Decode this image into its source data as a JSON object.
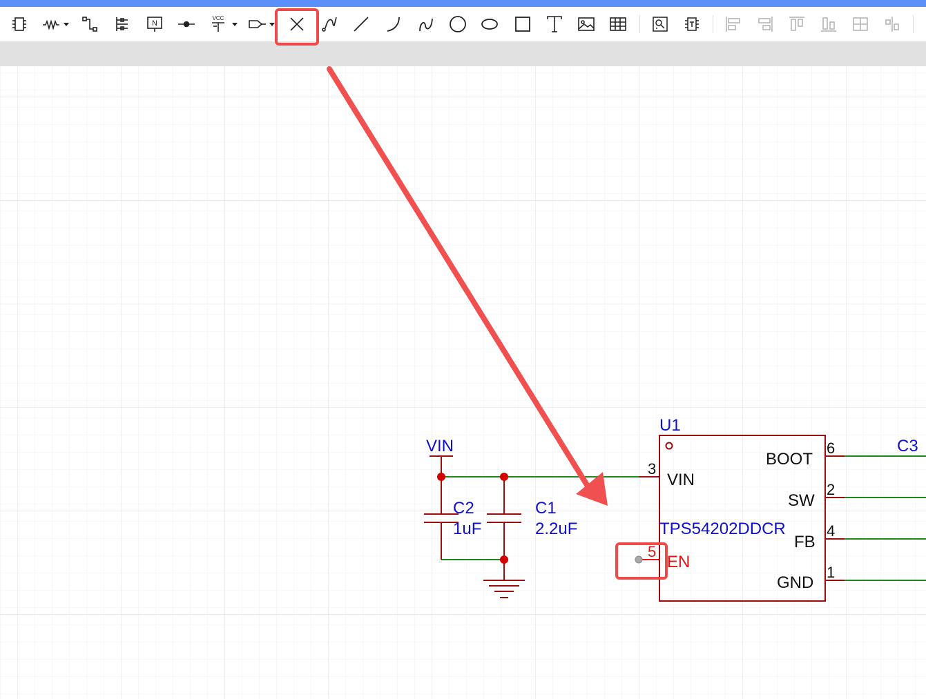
{
  "toolbar": {
    "tools": [
      {
        "name": "component",
        "icon": "chip-icon"
      },
      {
        "name": "resistor",
        "icon": "resistor-icon",
        "dropdown": true
      },
      {
        "name": "wire",
        "icon": "wire-icon"
      },
      {
        "name": "bus",
        "icon": "bus-icon"
      },
      {
        "name": "net-label",
        "icon": "net-label-icon",
        "text": "N"
      },
      {
        "name": "junction",
        "icon": "junction-icon"
      },
      {
        "name": "power-port",
        "icon": "vcc-icon",
        "text": "VCC",
        "dropdown": true
      },
      {
        "name": "net-port",
        "icon": "net-port-icon",
        "dropdown": true
      },
      {
        "name": "no-connect",
        "icon": "no-connect-icon",
        "active": true
      },
      {
        "name": "pen",
        "icon": "pen-icon"
      },
      {
        "name": "line",
        "icon": "line-icon"
      },
      {
        "name": "arc",
        "icon": "arc-icon"
      },
      {
        "name": "bezier",
        "icon": "bezier-icon"
      },
      {
        "name": "circle",
        "icon": "circle-icon"
      },
      {
        "name": "ellipse",
        "icon": "ellipse-icon"
      },
      {
        "name": "rectangle",
        "icon": "rectangle-icon"
      },
      {
        "name": "text",
        "icon": "text-icon"
      },
      {
        "name": "image",
        "icon": "image-icon"
      },
      {
        "name": "table",
        "icon": "table-icon"
      },
      {
        "name": "cross-probe",
        "icon": "cross-probe-icon"
      },
      {
        "name": "update-pcb",
        "icon": "update-pcb-icon"
      },
      {
        "name": "align-left",
        "icon": "align-left-icon",
        "disabled": true
      },
      {
        "name": "align-right",
        "icon": "align-right-icon",
        "disabled": true
      },
      {
        "name": "align-top",
        "icon": "align-top-icon",
        "disabled": true
      },
      {
        "name": "align-bottom",
        "icon": "align-bottom-icon",
        "disabled": true
      },
      {
        "name": "distribute-horizontal",
        "icon": "distribute-horizontal-icon",
        "disabled": true
      },
      {
        "name": "distribute-vertical",
        "icon": "distribute-vertical-icon",
        "disabled": true
      }
    ]
  },
  "schematic": {
    "net_vin": "VIN",
    "c2": {
      "designator": "C2",
      "value": "1uF"
    },
    "c1": {
      "designator": "C1",
      "value": "2.2uF"
    },
    "c3": {
      "designator": "C3"
    },
    "u1": {
      "designator": "U1",
      "part": "TPS54202DDCR",
      "pins": [
        {
          "number": "3",
          "name": "VIN"
        },
        {
          "number": "5",
          "name": "EN"
        },
        {
          "number": "6",
          "name": "BOOT"
        },
        {
          "number": "2",
          "name": "SW"
        },
        {
          "number": "4",
          "name": "FB"
        },
        {
          "number": "1",
          "name": "GND"
        }
      ]
    }
  },
  "annotation": {
    "highlight_color": "#ef4a4a",
    "arrow_color": "#f05050",
    "targets": [
      "no-connect-tool",
      "en-pin-5"
    ]
  },
  "colors": {
    "wire": "#1a8a1a",
    "component": "#9c0c0c",
    "label_blue": "#1010c8",
    "pin_red": "#e11616",
    "grid": "#ececec",
    "accent": "#5b8ff9"
  }
}
